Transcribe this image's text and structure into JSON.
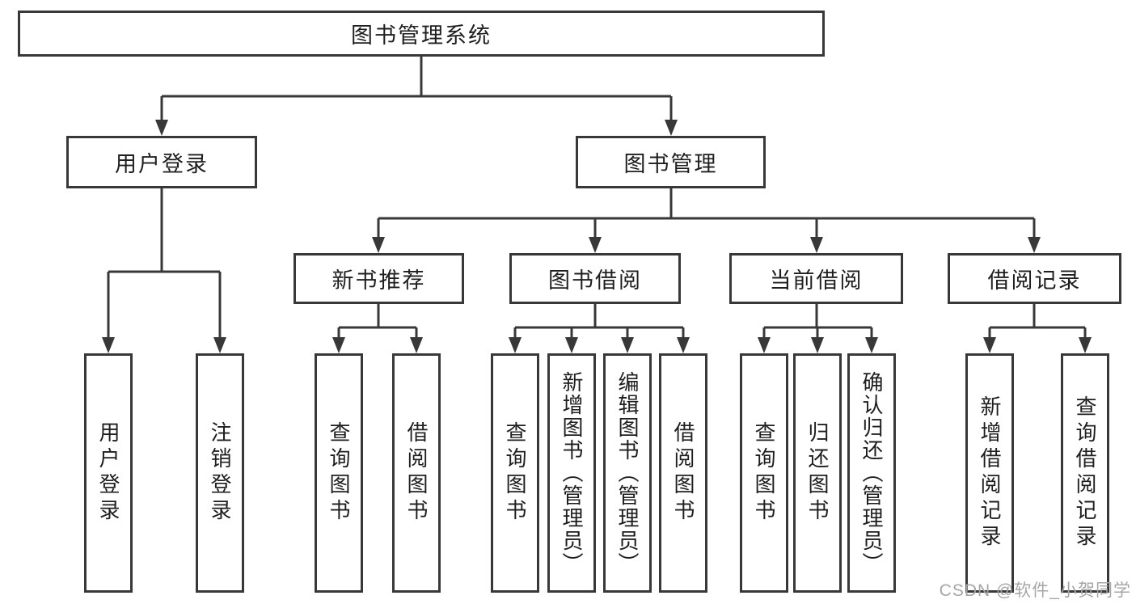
{
  "nodes": {
    "root": "图书管理系统",
    "user_login": "用户登录",
    "book_mgmt": "图书管理",
    "new_book_rec": "新书推荐",
    "book_borrow": "图书借阅",
    "current_borrow": "当前借阅",
    "borrow_records": "借阅记录",
    "leaf_user_login": "用户登录",
    "leaf_logout": "注销登录",
    "leaf_nbr_search": "查询图书",
    "leaf_nbr_borrow": "借阅图书",
    "leaf_bb_search": "查询图书",
    "leaf_bb_add": "新增图书（管理员）",
    "leaf_bb_edit": "编辑图书（管理员）",
    "leaf_bb_borrow": "借阅图书",
    "leaf_cb_search": "查询图书",
    "leaf_cb_return": "归还图书",
    "leaf_cb_confirm": "确认归还（管理员）",
    "leaf_br_add": "新增借阅记录",
    "leaf_br_search": "查询借阅记录"
  },
  "colors": {
    "line": "#383838",
    "text": "#1e1e1e",
    "background": "#ffffff",
    "watermark": "#a6a6a6"
  },
  "watermark": {
    "text": "CSDN @软件_小贺同学"
  }
}
